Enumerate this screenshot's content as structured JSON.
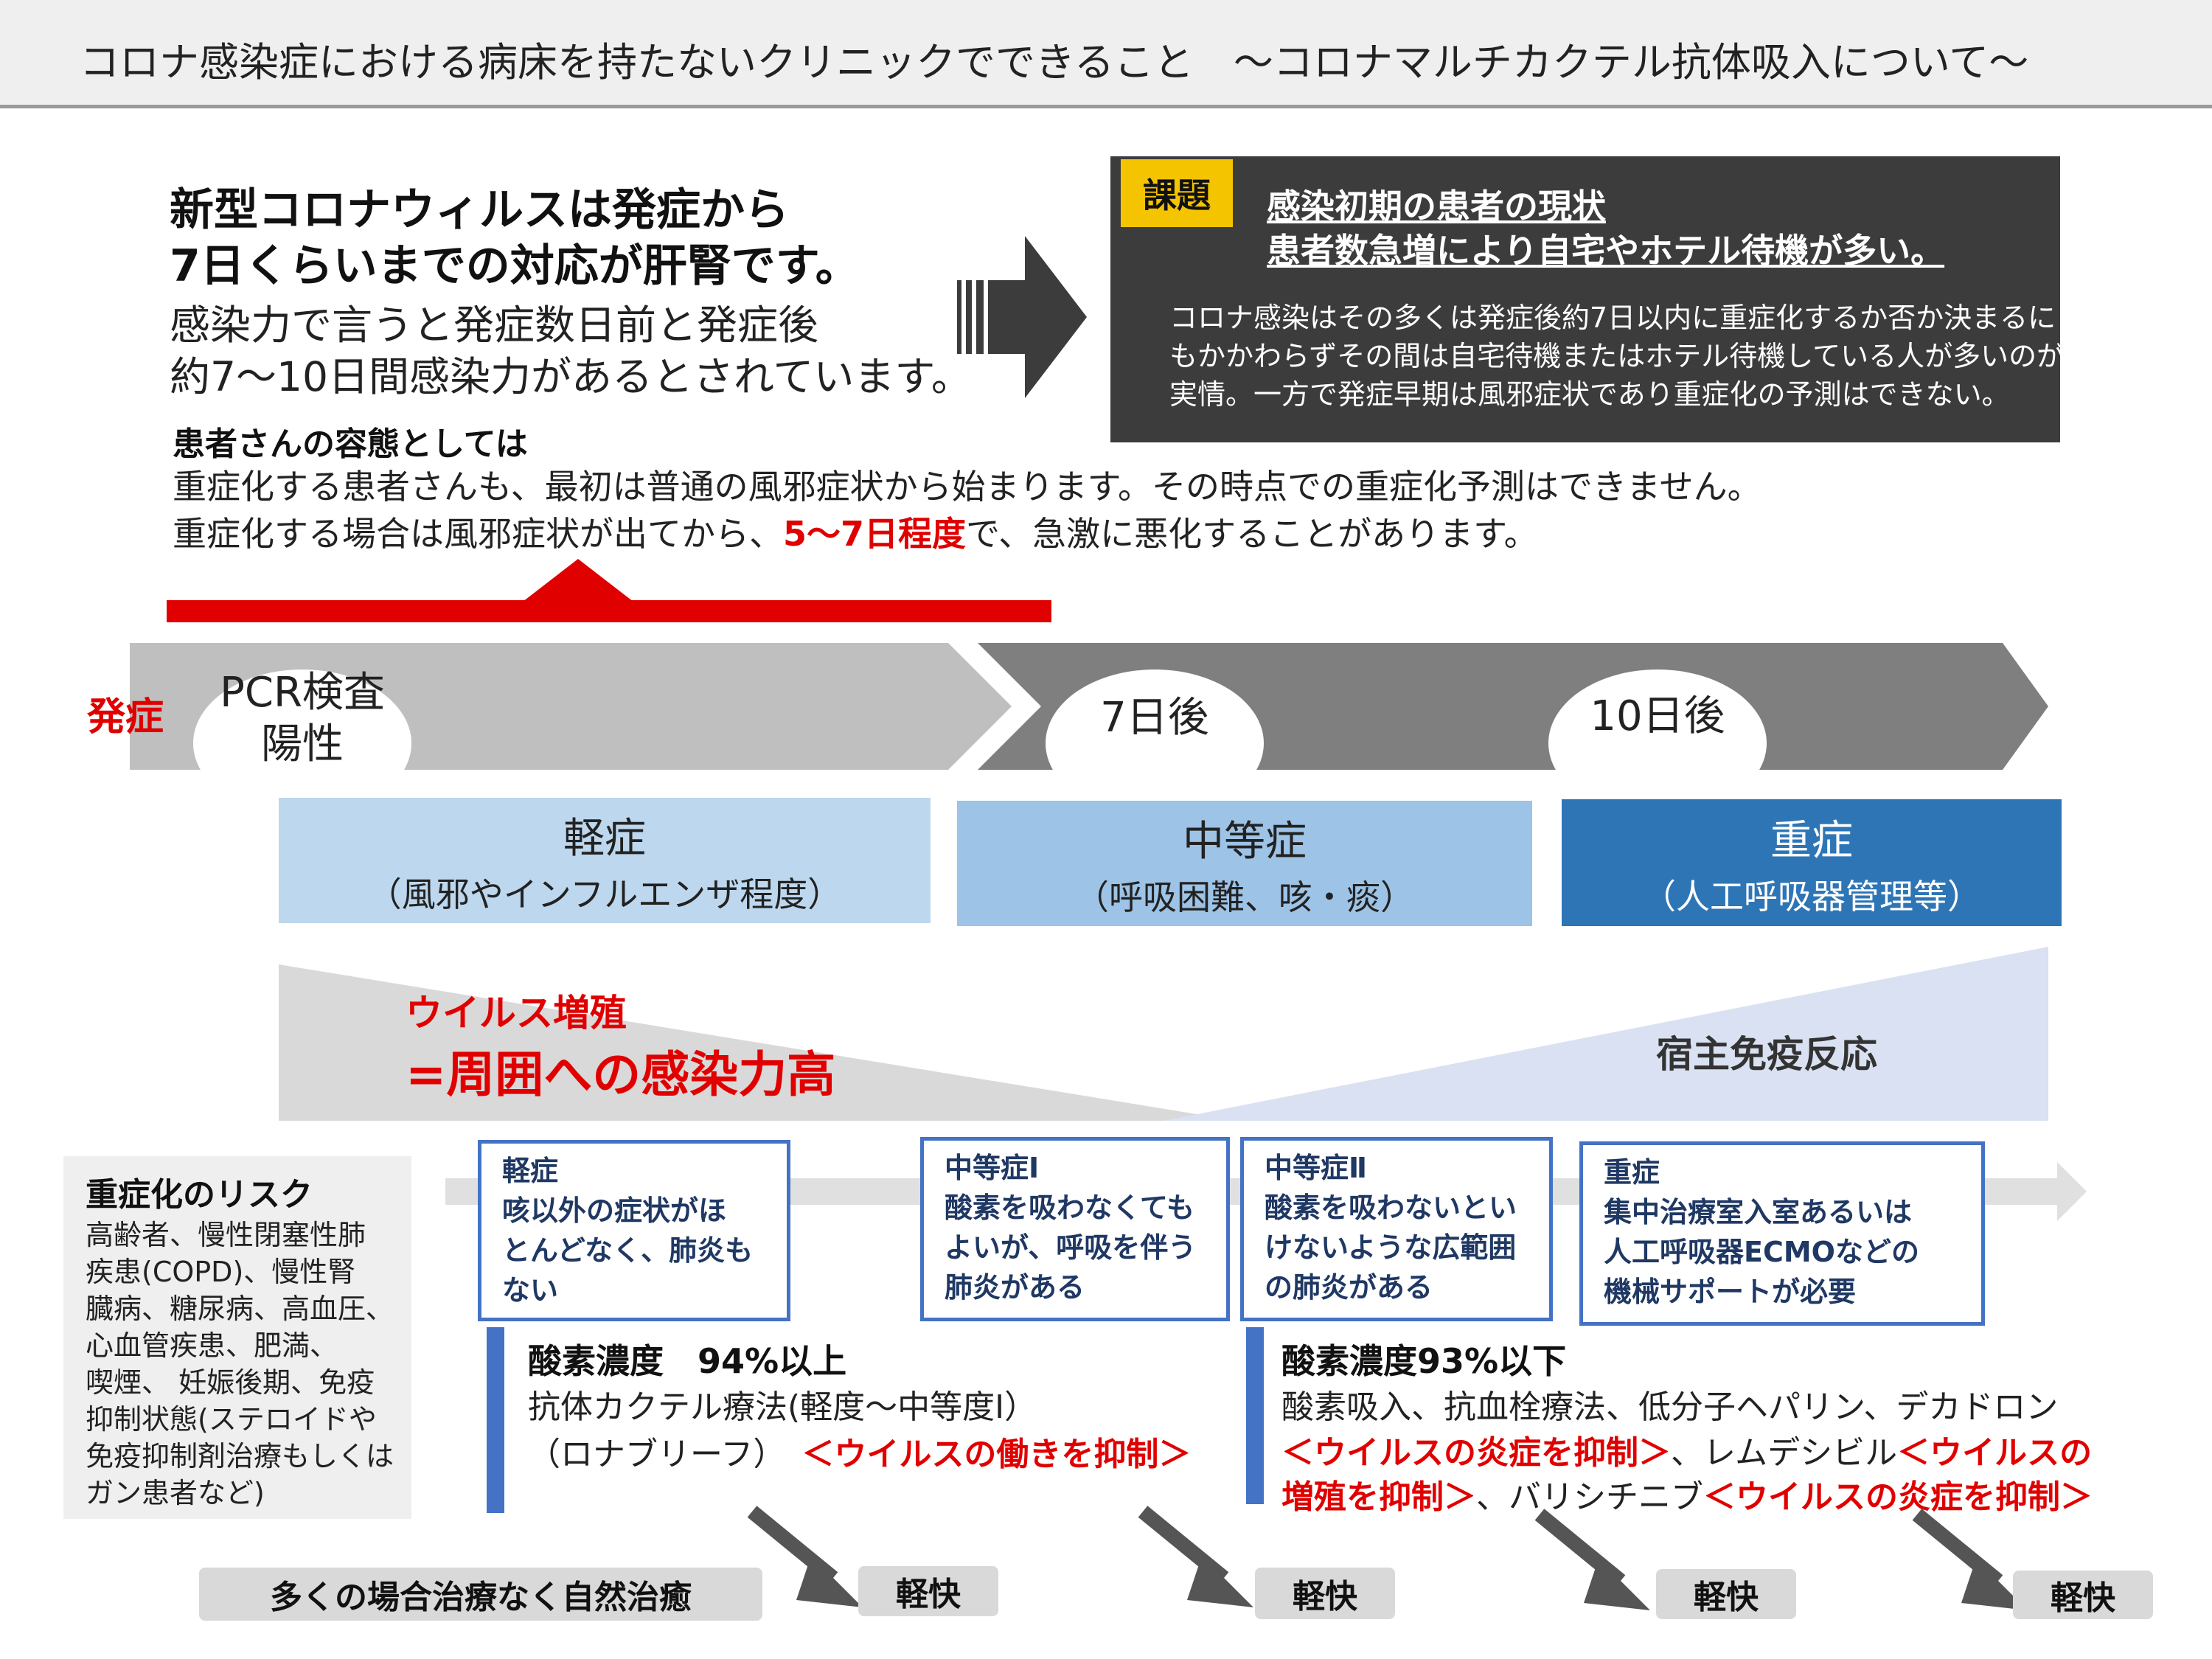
{
  "header": {
    "title": "コロナ感染症における病床を持たないクリニックでできること　～コロナマルチカクテル抗体吸入について～"
  },
  "intro": {
    "bold_lines": [
      "新型コロナウィルスは発症から",
      "7日くらいまでの対応が肝腎です。"
    ],
    "normal_lines": [
      "感染力で言うと発症数日前と発症後",
      "約7～10日間感染力があるとされています。"
    ]
  },
  "issue": {
    "tag": "課題",
    "title_lines": [
      "感染初期の患者の現状",
      "患者数急増により自宅やホテル待機が多い。"
    ],
    "body_lines": [
      "コロナ感染はその多くは発症後約7日以内に重症化するか否か決まるに",
      "もかかわらずその間は自宅待機またはホテル待機している人が多いのが",
      "実情。一方で発症早期は風邪症状であり重症化の予測はできない。"
    ]
  },
  "condition": {
    "label": "患者さんの容態としては",
    "line1": "重症化する患者さんも、最初は普通の風邪症状から始まります。その時点での重症化予測はできません。",
    "line2_before": "重症化する場合は風邪症状が出てから、",
    "line2_highlight": "5～7日程度",
    "line2_after": "で、急激に悪化することがあります。"
  },
  "timeline": {
    "onset": "発症",
    "pcr_line1": "PCR検査",
    "pcr_line2": "陽性",
    "day7": "7日後",
    "day10": "10日後"
  },
  "stages": [
    {
      "name": "軽症",
      "detail": "（風邪やインフルエンザ程度）"
    },
    {
      "name": "中等症",
      "detail": "（呼吸困難、咳・痰）"
    },
    {
      "name": "重症",
      "detail": "（人工呼吸器管理等）"
    }
  ],
  "virus": {
    "line1": "ウイルス増殖",
    "line2": "=周囲への感染力高",
    "immune": "宿主免疫反応"
  },
  "risk": {
    "title": "重症化のリスク",
    "lines": [
      "高齢者、慢性閉塞性肺",
      "疾患(COPD)、慢性腎",
      "臓病、糖尿病、高血圧、",
      "心血管疾患、肥満、",
      "喫煙、 妊娠後期、免疫",
      "抑制状態(ステロイドや",
      "免疫抑制剤治療もしくは",
      "ガン患者など)"
    ]
  },
  "severity_boxes": [
    {
      "lines": [
        "軽症",
        "咳以外の症状がほ",
        "とんどなく、肺炎も",
        "ない"
      ]
    },
    {
      "lines": [
        "中等症Ⅰ",
        "酸素を吸わなくても",
        "よいが、呼吸を伴う",
        "肺炎がある"
      ]
    },
    {
      "lines": [
        "中等症Ⅱ",
        "酸素を吸わないとい",
        "けないような広範囲",
        "の肺炎がある"
      ]
    },
    {
      "lines": [
        "重症",
        "集中治療室入室あるいは",
        "人工呼吸器ECMOなどの",
        "機械サポートが必要"
      ]
    }
  ],
  "treat_left": {
    "title": "酸素濃度　94%以上",
    "line1": "抗体カクテル療法(軽度～中等度Ⅰ）",
    "line2_before": "（ロナブリーフ）",
    "line2_red": "＜ウイルスの働きを抑制＞"
  },
  "treat_right": {
    "title": "酸素濃度93%以下",
    "line1": "酸素吸入、抗血栓療法、低分子ヘパリン、デカドロン",
    "line2_red1": "＜ウイルスの炎症を抑制＞",
    "line2_mid": "、レムデシビル",
    "line2_red2": "＜ウイルスの",
    "line3_red1": "増殖を抑制＞",
    "line3_mid": "、バリシチニブ",
    "line3_red2": "＜ウイルスの炎症を抑制＞"
  },
  "bottom": {
    "natural": "多くの場合治療なく自然治癒",
    "relief": "軽快"
  },
  "colors": {
    "red": "#e00000",
    "blue": "#4472c4",
    "dark_box": "#3c3c3c",
    "tag": "#f5c400"
  }
}
